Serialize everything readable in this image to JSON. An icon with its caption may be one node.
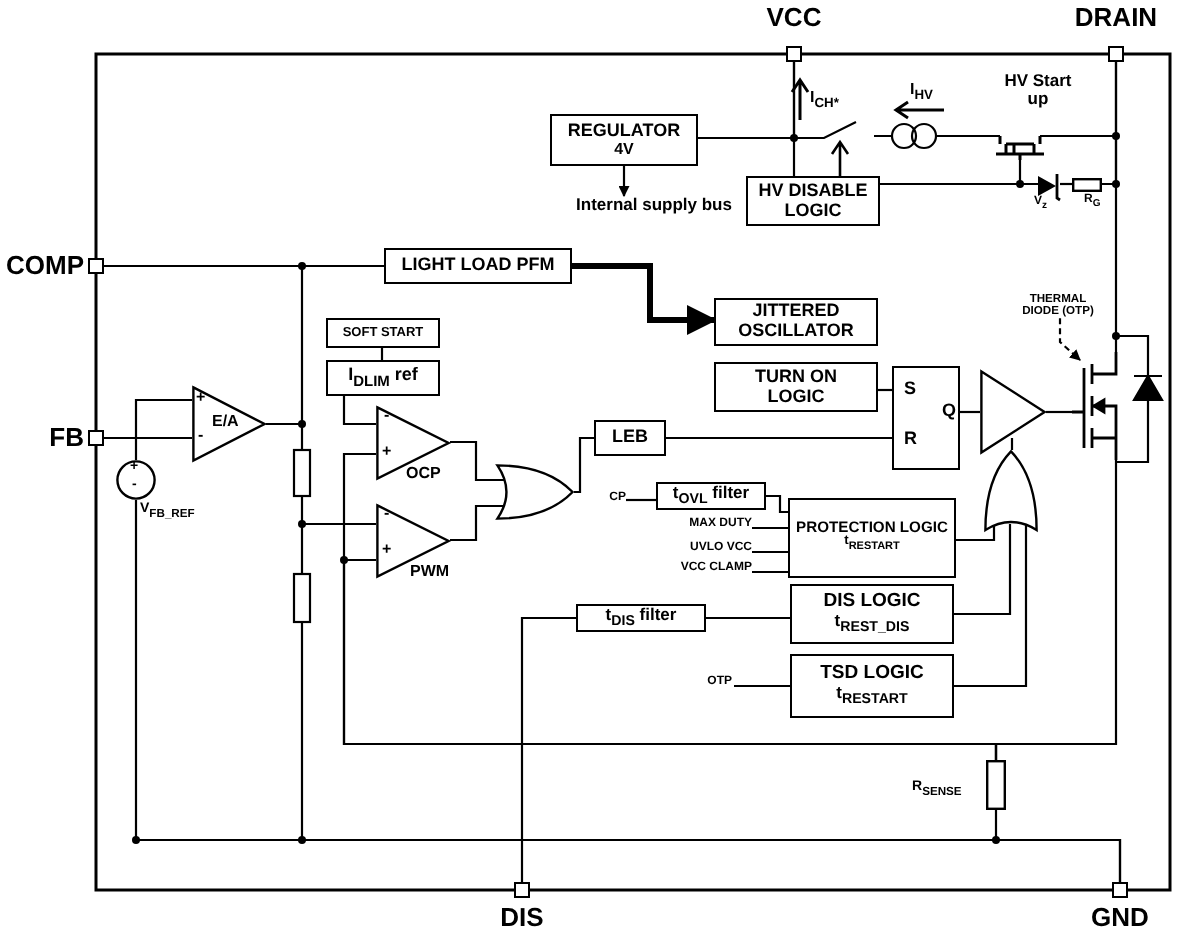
{
  "diagram": {
    "nodes": [
      {
        "text": [
          "VCC"
        ]
      },
      {
        "text": [
          "DRAIN"
        ]
      },
      {
        "text": [
          "COMP"
        ]
      },
      {
        "text": [
          "FB"
        ]
      },
      {
        "text": [
          "DIS"
        ]
      },
      {
        "text": [
          "GND"
        ]
      },
      {
        "text": [
          "REGULATOR",
          "4V"
        ]
      },
      {
        "text": [
          "Internal supply bus"
        ]
      },
      {
        "text": [
          "HV DISABLE LOGIC"
        ]
      },
      {
        "text": [
          "LIGHT LOAD PFM"
        ]
      },
      {
        "text": [
          "JITTERED OSCILLATOR"
        ]
      },
      {
        "text": [
          "SOFT START"
        ]
      },
      {
        "text": [
          "I$_{DLIM}$ ref"
        ]
      },
      {
        "text": [
          "E/A"
        ]
      },
      {
        "text": [
          "OCP"
        ]
      },
      {
        "text": [
          "PWM"
        ]
      },
      {
        "text": [
          "LEB"
        ]
      },
      {
        "text": [
          "TURN ON LOGIC"
        ]
      },
      {
        "text": [
          "S",
          "Q",
          "R"
        ]
      },
      {
        "text": [],
        "shape": "triangle"
      },
      {
        "text": [
          "t$_{OVL}$ filter"
        ]
      },
      {
        "text": [
          "PROTECTION LOGIC",
          "t$_{RESTART}$"
        ]
      },
      {
        "text": [
          "t$_{DIS}$ filter"
        ]
      },
      {
        "text": [
          "DIS LOGIC",
          "t$_{REST_DIS}$"
        ]
      },
      {
        "text": [
          "TSD LOGIC",
          "t$_{RESTART}$"
        ]
      },
      {
        "text": [],
        "shape": "gate"
      },
      {
        "text": [],
        "shape": "gate"
      },
      {
        "text": [
          "CP"
        ]
      },
      {
        "text": [
          "MAX DUTY"
        ]
      },
      {
        "text": [
          "UVLO VCC"
        ]
      },
      {
        "text": [
          "VCC CLAMP"
        ]
      },
      {
        "text": [
          "OTP"
        ]
      },
      {
        "text": [],
        "shape": "circle",
        "beside": [
          "V$_{FB_REF}$"
        ]
      },
      {
        "text": [
          "THERMAL DIODE (OTP)"
        ]
      },
      {
        "text": [],
        "shape": "transistor"
      },
      {
        "text": [],
        "shape": "resistor",
        "beside": [
          "R$_{SENSE}$"
        ]
      },
      {
        "text": [],
        "shape": "diode",
        "beside": [
          "V$_{z}$"
        ]
      },
      {
        "text": [],
        "shape": "resistor",
        "beside": [
          "R$_{G}$"
        ]
      }
    ],
    "edges": [
      {
        "from": 0,
        "to": 6,
        "arrow": "none"
      },
      {
        "from": 6,
        "to": 7,
        "arrow": "to"
      },
      {
        "from": 8,
        "to": 0,
        "arrow": "none"
      },
      {
        "from": 8,
        "to": 36,
        "arrow": "none"
      },
      {
        "from": 1,
        "to": 34,
        "arrow": "none"
      },
      {
        "from": 2,
        "to": 9,
        "arrow": "none"
      },
      {
        "from": 9,
        "to": 10,
        "arrow": "to",
        "style": "thick"
      },
      {
        "from": 3,
        "to": 13,
        "arrow": "none"
      },
      {
        "from": 32,
        "to": 13,
        "arrow": "none"
      },
      {
        "from": 13,
        "to": 2,
        "arrow": "none"
      },
      {
        "from": 11,
        "to": 12,
        "arrow": "none"
      },
      {
        "from": 12,
        "to": 14,
        "arrow": "none"
      },
      {
        "from": 14,
        "to": 25,
        "arrow": "none"
      },
      {
        "from": 15,
        "to": 25,
        "arrow": "none"
      },
      {
        "from": 25,
        "to": 16,
        "arrow": "none"
      },
      {
        "from": 16,
        "to": 18,
        "arrow": "none"
      },
      {
        "from": 17,
        "to": 18,
        "arrow": "none"
      },
      {
        "from": 18,
        "to": 19,
        "arrow": "none"
      },
      {
        "from": 19,
        "to": 34,
        "arrow": "none"
      },
      {
        "from": 26,
        "to": 19,
        "arrow": "none"
      },
      {
        "from": 27,
        "to": 20,
        "arrow": "none"
      },
      {
        "from": 20,
        "to": 21,
        "arrow": "none"
      },
      {
        "from": 28,
        "to": 21,
        "arrow": "none"
      },
      {
        "from": 29,
        "to": 21,
        "arrow": "none"
      },
      {
        "from": 30,
        "to": 21,
        "arrow": "none"
      },
      {
        "from": 21,
        "to": 26,
        "arrow": "none"
      },
      {
        "from": 23,
        "to": 26,
        "arrow": "none"
      },
      {
        "from": 24,
        "to": 26,
        "arrow": "none"
      },
      {
        "from": 4,
        "to": 22,
        "arrow": "none"
      },
      {
        "from": 22,
        "to": 23,
        "arrow": "none"
      },
      {
        "from": 31,
        "to": 24,
        "arrow": "none"
      },
      {
        "from": 33,
        "to": 34,
        "arrow": "to",
        "style": "dashed"
      },
      {
        "from": 34,
        "to": 35,
        "arrow": "none"
      },
      {
        "from": 35,
        "to": 5,
        "arrow": "none"
      },
      {
        "from": 15,
        "to": 35,
        "arrow": "none"
      },
      {
        "from": 32,
        "to": 5,
        "arrow": "none"
      },
      {
        "from": 14,
        "to": 35,
        "arrow": "none"
      },
      {
        "from": 36,
        "to": 37,
        "arrow": "none"
      },
      {
        "from": 37,
        "to": 1,
        "arrow": "none"
      }
    ],
    "labels": [
      "HV Start up",
      "I$_{CH*}$",
      "I$_{HV}$",
      "+",
      "-",
      "-",
      "+",
      "-",
      "+",
      "+",
      "-"
    ]
  }
}
